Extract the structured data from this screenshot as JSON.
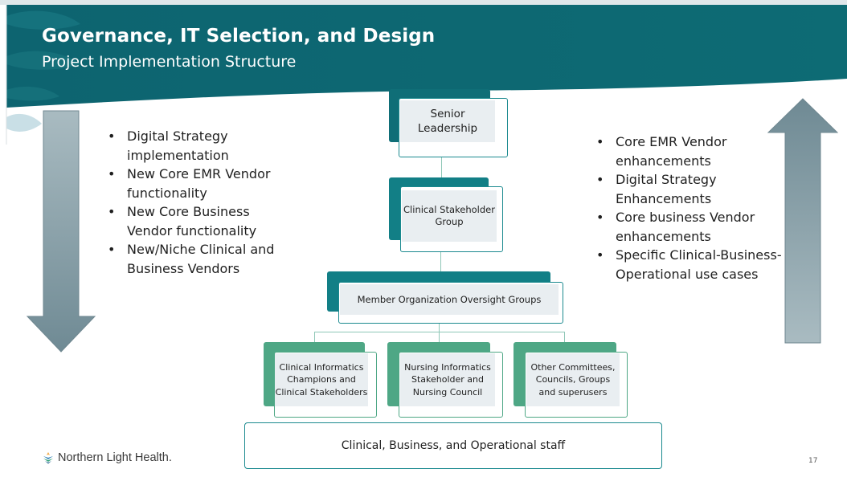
{
  "header": {
    "title": "Governance, IT Selection, and Design",
    "subtitle": "Project Implementation Structure"
  },
  "left_bullets": [
    "Digital Strategy implementation",
    "New Core EMR Vendor functionality",
    "New Core Business Vendor functionality",
    "New/Niche Clinical and Business Vendors"
  ],
  "right_bullets": [
    "Core EMR Vendor enhancements",
    "Digital Strategy Enhancements",
    "Core business Vendor enhancements",
    "Specific Clinical-Business-Operational use cases"
  ],
  "org_chart": {
    "senior": "Senior Leadership",
    "stakeholder": "Clinical Stakeholder Group",
    "member": "Member Organization Oversight Groups",
    "children": [
      "Clinical Informatics Champions and Clinical Stakeholders",
      "Nursing Informatics Stakeholder and Nursing Council",
      "Other Committees, Councils, Groups and superusers"
    ],
    "staff": "Clinical, Business, and Operational staff"
  },
  "footer": {
    "logo_text": "Northern Light Health.",
    "page_number": "17"
  },
  "colors": {
    "header_teal": "#0d6b74",
    "dark_box": "#0f6e77",
    "green_box": "#4ea785",
    "arrow_slate": "#7f98a1"
  },
  "icons": {
    "down_arrow": "down-arrow-icon",
    "up_arrow": "up-arrow-icon",
    "logo": "northern-light-logo-icon"
  }
}
